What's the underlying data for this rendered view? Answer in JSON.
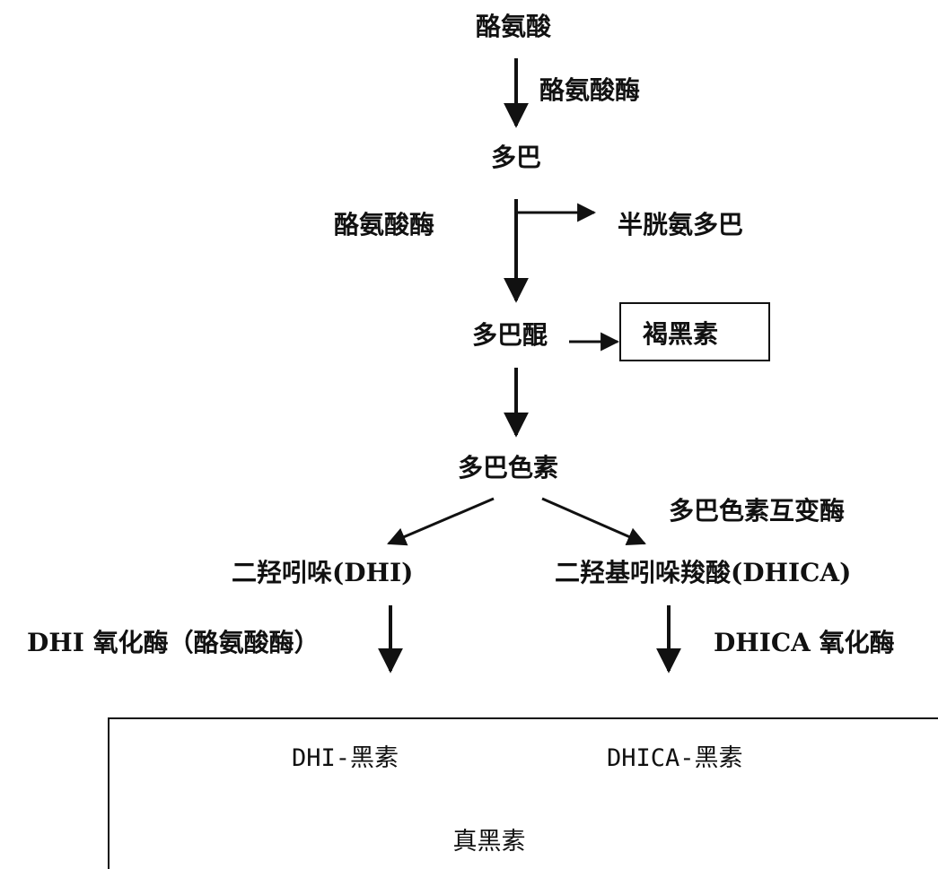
{
  "nodes": {
    "tyrosine": "酪氨酸",
    "dopa": "多巴",
    "cysteinyldopa": "半胱氨多巴",
    "dopaquinone": "多巴醌",
    "pheomelanin": "褐黑素",
    "dopachrome": "多巴色素",
    "dhi": "二羟吲哚(DHI)",
    "dhica": "二羟基吲哚羧酸(DHICA)",
    "dhi_melanin": "DHI-黑素",
    "dhica_melanin": "DHICA-黑素",
    "eumelanin": "真黑素"
  },
  "enzymes": {
    "tyrosinase_1": "酪氨酸酶",
    "tyrosinase_2": "酪氨酸酶",
    "dopachrome_tautomerase": "多巴色素互变酶",
    "dhi_oxidase": "DHI 氧化酶（酪氨酸酶）",
    "dhica_oxidase": "DHICA 氧化酶"
  }
}
